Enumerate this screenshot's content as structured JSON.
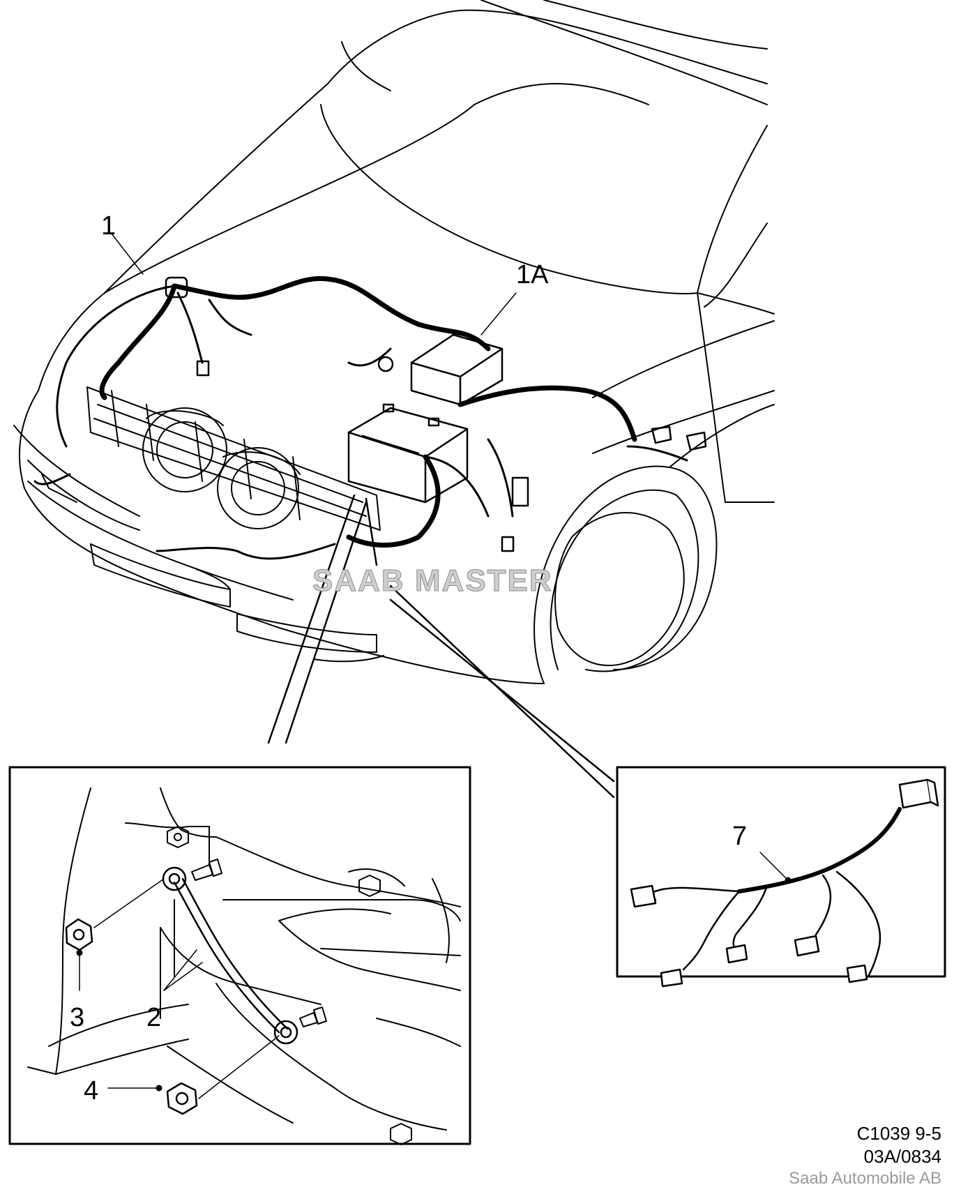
{
  "callouts": {
    "c1": "1",
    "c1a": "1A",
    "c2": "2",
    "c3": "3",
    "c4": "4",
    "c7": "7"
  },
  "watermark": "SAAB MASTER",
  "reference": {
    "code": "C1039 9-5",
    "number": "03A/0834",
    "company": "Saab Automobile AB"
  }
}
